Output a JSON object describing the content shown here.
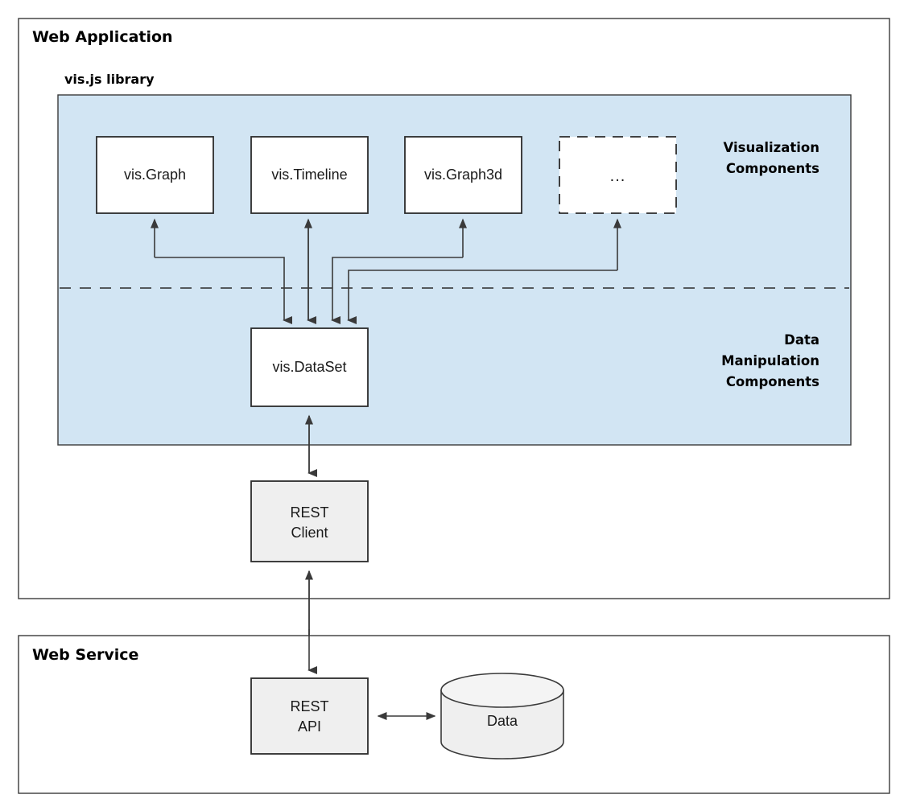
{
  "containers": [
    {
      "id": "web-application",
      "title": "Web Application"
    },
    {
      "id": "web-service",
      "title": "Web Service"
    }
  ],
  "library": {
    "title": "vis.js library",
    "panel_color": "#d2e5f3",
    "section_labels": {
      "visualization": [
        "Visualization",
        "Components"
      ],
      "data_manipulation": [
        "Data",
        "Manipulation",
        "Components"
      ]
    }
  },
  "nodes": {
    "vis_graph": {
      "label": "vis.Graph"
    },
    "vis_timeline": {
      "label": "vis.Timeline"
    },
    "vis_graph3d": {
      "label": "vis.Graph3d"
    },
    "more_components": {
      "label": "..."
    },
    "vis_dataset": {
      "label": "vis.DataSet"
    },
    "rest_client": {
      "label_line1": "REST",
      "label_line2": "Client"
    },
    "rest_api": {
      "label_line1": "REST",
      "label_line2": "API"
    },
    "data_store": {
      "label": "Data"
    }
  },
  "colors": {
    "panel_fill": "#d2e5f3",
    "node_fill": "#ffffff",
    "gray_node_fill": "#efefef",
    "stroke": "#2b2b2b",
    "text": "#1a1a1a"
  }
}
